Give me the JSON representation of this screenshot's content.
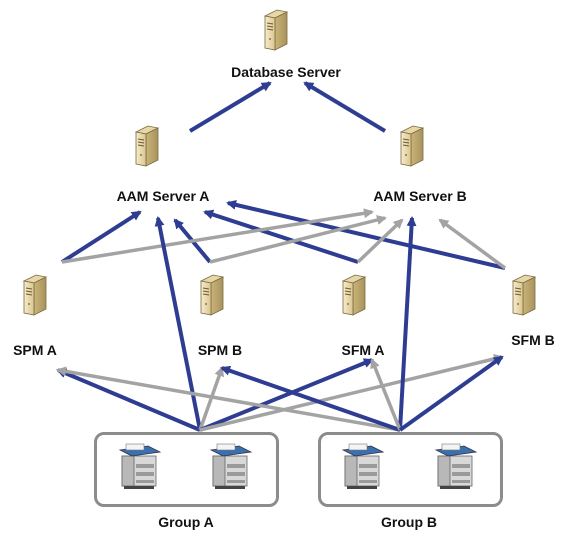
{
  "colors": {
    "primary_link": "#2e3d92",
    "secondary_link": "#a3a3a3",
    "server_body": "#efe2bd",
    "group_border": "#8c8c8c"
  },
  "nodes": {
    "database_server": "Database Server",
    "aam_server_a": "AAM Server A",
    "aam_server_b": "AAM Server B",
    "spm_a": "SPM A",
    "spm_b": "SPM B",
    "sfm_a": "SFM A",
    "sfm_b": "SFM B"
  },
  "groups": {
    "group_a": "Group A",
    "group_b": "Group B"
  },
  "icons": {
    "server": "server-tower-icon",
    "printer": "multifunction-printer-icon"
  },
  "links": [
    {
      "from": "aam_server_a",
      "to": "database_server",
      "kind": "primary"
    },
    {
      "from": "aam_server_b",
      "to": "database_server",
      "kind": "primary"
    },
    {
      "from": "spm_a",
      "to": "aam_server_a",
      "kind": "primary"
    },
    {
      "from": "spm_b",
      "to": "aam_server_a",
      "kind": "primary"
    },
    {
      "from": "sfm_a",
      "to": "aam_server_a",
      "kind": "primary"
    },
    {
      "from": "sfm_b",
      "to": "aam_server_a",
      "kind": "primary"
    },
    {
      "from": "spm_a",
      "to": "aam_server_b",
      "kind": "secondary"
    },
    {
      "from": "spm_b",
      "to": "aam_server_b",
      "kind": "secondary"
    },
    {
      "from": "sfm_a",
      "to": "aam_server_b",
      "kind": "secondary"
    },
    {
      "from": "sfm_b",
      "to": "aam_server_b",
      "kind": "secondary"
    },
    {
      "from": "group_a",
      "to": "aam_server_a",
      "kind": "primary"
    },
    {
      "from": "group_a",
      "to": "spm_a",
      "kind": "primary"
    },
    {
      "from": "group_a",
      "to": "spm_b",
      "kind": "secondary"
    },
    {
      "from": "group_a",
      "to": "sfm_a",
      "kind": "primary"
    },
    {
      "from": "group_a",
      "to": "sfm_b",
      "kind": "secondary"
    },
    {
      "from": "group_b",
      "to": "aam_server_b",
      "kind": "primary"
    },
    {
      "from": "group_b",
      "to": "spm_a",
      "kind": "secondary"
    },
    {
      "from": "group_b",
      "to": "spm_b",
      "kind": "primary"
    },
    {
      "from": "group_b",
      "to": "sfm_a",
      "kind": "secondary"
    },
    {
      "from": "group_b",
      "to": "sfm_b",
      "kind": "primary"
    }
  ]
}
